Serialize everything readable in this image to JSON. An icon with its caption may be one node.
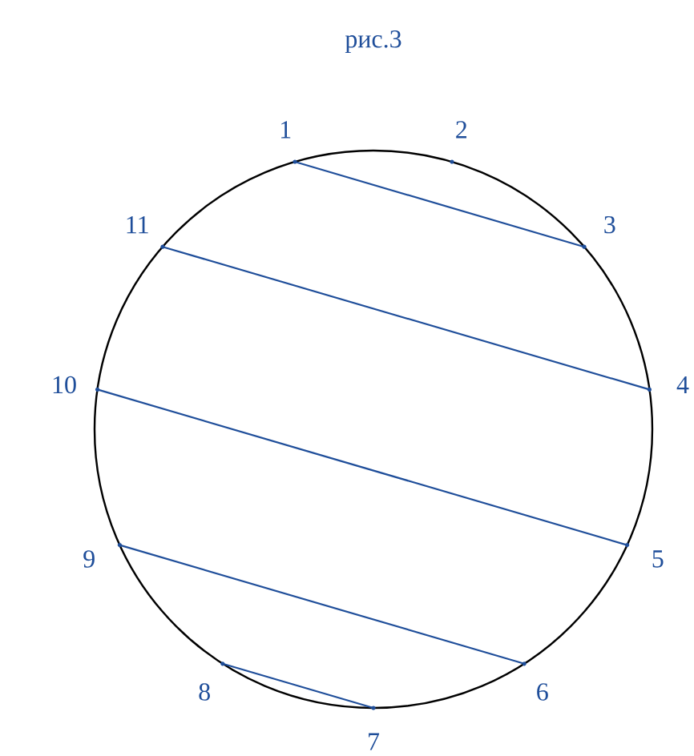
{
  "diagram": {
    "title": "рис.3",
    "nodes": [
      {
        "text": [],
        "shape": "point",
        "beside": [
          "1"
        ]
      },
      {
        "text": [],
        "shape": "point",
        "beside": [
          "2"
        ]
      },
      {
        "text": [],
        "shape": "point",
        "beside": [
          "3"
        ]
      },
      {
        "text": [],
        "shape": "point",
        "beside": [
          "4"
        ]
      },
      {
        "text": [],
        "shape": "point",
        "beside": [
          "5"
        ]
      },
      {
        "text": [],
        "shape": "point",
        "beside": [
          "6"
        ]
      },
      {
        "text": [],
        "shape": "point",
        "beside": [
          "7"
        ]
      },
      {
        "text": [],
        "shape": "point",
        "beside": [
          "8"
        ]
      },
      {
        "text": [],
        "shape": "point",
        "beside": [
          "9"
        ]
      },
      {
        "text": [],
        "shape": "point",
        "beside": [
          "10"
        ]
      },
      {
        "text": [],
        "shape": "point",
        "beside": [
          "11"
        ]
      }
    ],
    "edges": [
      {
        "from": 0,
        "to": 2,
        "arrow": "none"
      },
      {
        "from": 10,
        "to": 3,
        "arrow": "none"
      },
      {
        "from": 9,
        "to": 4,
        "arrow": "none"
      },
      {
        "from": 8,
        "to": 5,
        "arrow": "none"
      },
      {
        "from": 7,
        "to": 6,
        "arrow": "none"
      }
    ]
  }
}
